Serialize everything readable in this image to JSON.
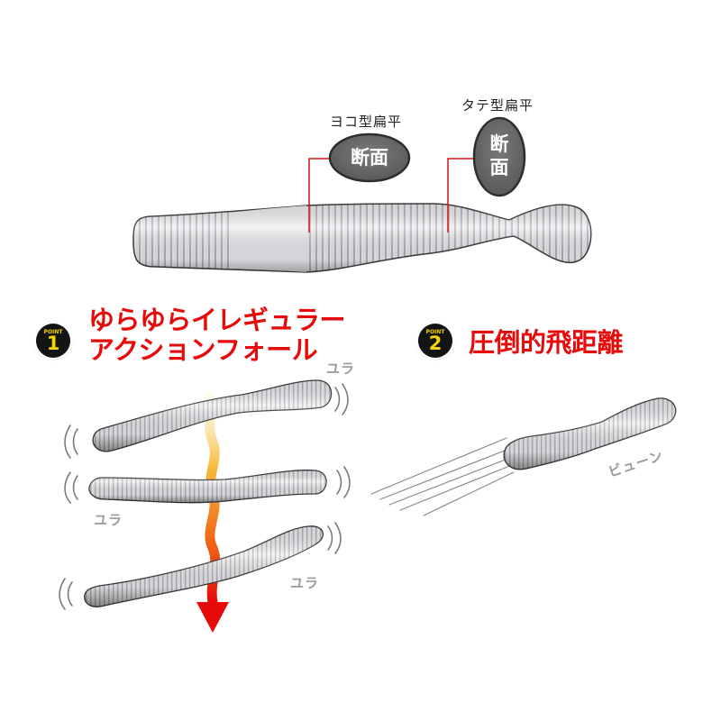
{
  "cross_sections": {
    "horizontal": {
      "label": "ヨコ型扁平",
      "text": "断面"
    },
    "vertical": {
      "label": "タテ型扁平",
      "text_line1": "断",
      "text_line2": "面"
    }
  },
  "point1": {
    "badge_word": "POINT",
    "badge_number": "1",
    "headline_line1": "ゆらゆらイレギュラー",
    "headline_line2": "アクションフォール",
    "sound_effect": "ユラ"
  },
  "point2": {
    "badge_word": "POINT",
    "badge_number": "2",
    "headline": "圧倒的飛距離",
    "sound_effect": "ビューン"
  },
  "colors": {
    "headline_red": "#e60a0a",
    "badge_bg": "#141414",
    "badge_text": "#f5d400",
    "oval_fill": "#6e6e6e",
    "worm_body": "#e9e8ec",
    "arrow_top": "#f7c64a",
    "arrow_bottom": "#e60a0a"
  }
}
